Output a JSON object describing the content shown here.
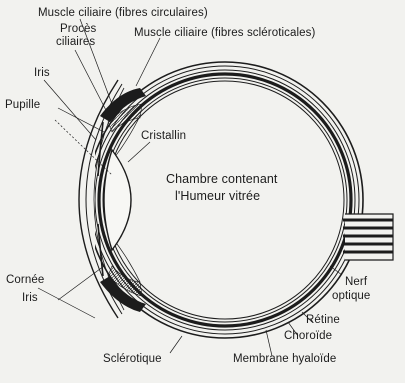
{
  "labels": {
    "muscle_circ": "Muscle ciliaire (fibres circulaires)",
    "proces_1": "Procès",
    "proces_2": "ciliaires",
    "muscle_scler": "Muscle ciliaire (fibres scléroticales)",
    "iris_top": "Iris",
    "pupille": "Pupille",
    "cristallin": "Cristallin",
    "chambre_1": "Chambre contenant",
    "chambre_2": "l'Humeur vitrée",
    "cornee": "Cornée",
    "iris_bottom": "Iris",
    "nerf_1": "Nerf",
    "nerf_2": "optique",
    "retine": "Rétine",
    "choroide": "Choroïde",
    "sclerotique": "Sclérotique",
    "membrane": "Membrane hyaloïde"
  },
  "colors": {
    "background": "#f2f2ef",
    "ink": "#1c1c1c"
  }
}
